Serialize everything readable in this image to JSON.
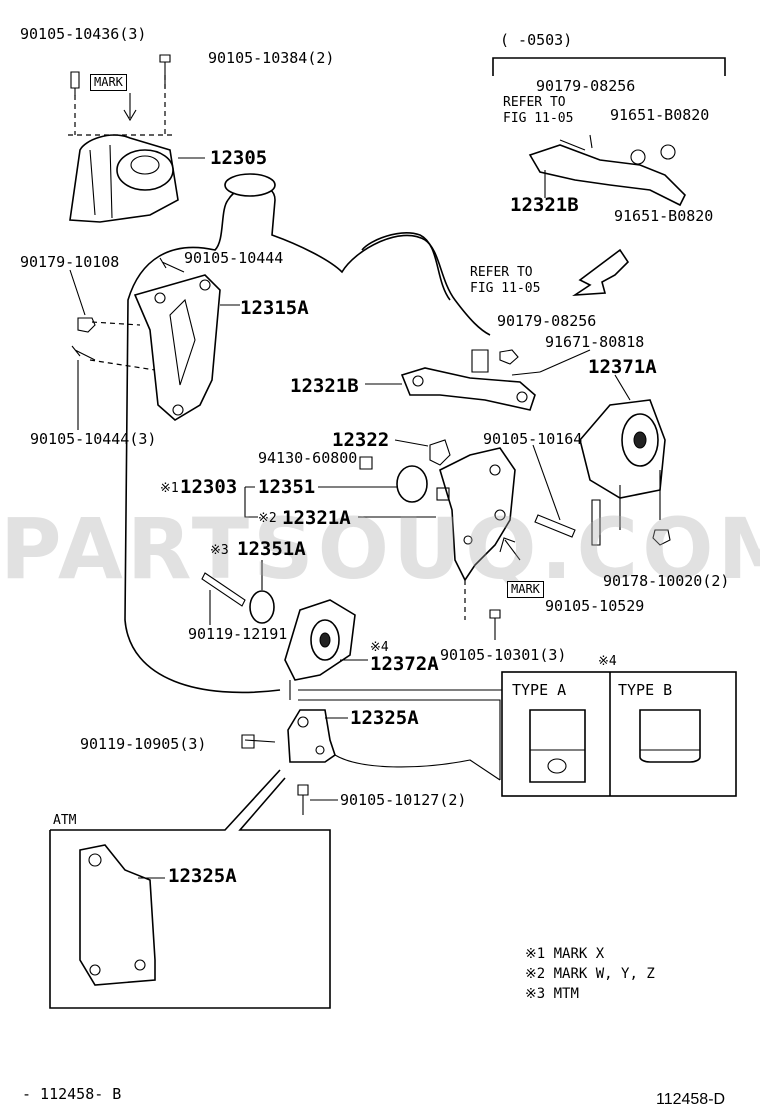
{
  "diagram": {
    "watermark": "PARTSOUQ.COM",
    "inset_date_range": "(      -0503)",
    "refer_1": "REFER TO",
    "refer_1_fig": "FIG 11-05",
    "refer_2": "REFER TO",
    "refer_2_fig": "FIG 11-05",
    "mark_label": "MARK",
    "atm_label": "ATM",
    "type_a": "TYPE A",
    "type_b": "TYPE B",
    "footer_left": "- 112458- B",
    "footer_right": "112458-D",
    "notes": [
      {
        "sym": "※1",
        "text": "MARK X"
      },
      {
        "sym": "※2",
        "text": "MARK W, Y, Z"
      },
      {
        "sym": "※3",
        "text": "MTM"
      }
    ],
    "parts": {
      "p90105_10436": "90105-10436(3)",
      "p90105_10384": "90105-10384(2)",
      "p12305": "12305",
      "p90179_08256_top": "90179-08256",
      "p91651_b0820_a": "91651-B0820",
      "p91651_b0820_b": "91651-B0820",
      "p12321b_top": "12321B",
      "p90179_10108": "90179-10108",
      "p90105_10444": "90105-10444",
      "p12315a": "12315A",
      "p90179_08256": "90179-08256",
      "p91671_80818": "91671-80818",
      "p12371a": "12371A",
      "p12321b": "12321B",
      "p90105_10444_3": "90105-10444(3)",
      "p12322": "12322",
      "p94130_60800": "94130-60800",
      "p90105_10164": "90105-10164",
      "p12303": "12303",
      "p12351": "12351",
      "p12321a": "12321A",
      "p12351a": "12351A",
      "p90178_10020": "90178-10020(2)",
      "p90105_10529": "90105-10529",
      "p90119_12191": "90119-12191",
      "p90105_10301": "90105-10301(3)",
      "p12372a": "12372A",
      "p12325a": "12325A",
      "p90119_10905": "90119-10905(3)",
      "p90105_10127": "90105-10127(2)",
      "p12325a_atm": "12325A"
    },
    "marks": {
      "m1": "※1",
      "m2": "※2",
      "m3": "※3",
      "m4a": "※4",
      "m4b": "※4"
    }
  }
}
